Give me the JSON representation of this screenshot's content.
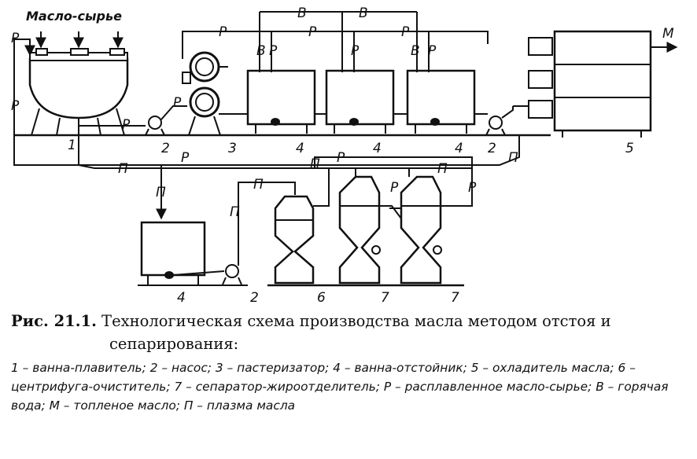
{
  "diagram": {
    "top_label": "Масло-сырье",
    "labels": {
      "P": "Р",
      "B": "В",
      "M": "М",
      "Pi": "П"
    },
    "numbers": [
      "1",
      "2",
      "3",
      "4",
      "5",
      "6",
      "7"
    ]
  },
  "caption": {
    "figure_number": "Рис. 21.1.",
    "title_line1": " Технологическая схема производства масла методом отстоя и",
    "title_line2": "сепарирования:",
    "legend": "1 – ванна-плавитель; 2 – насос; 3 – пастеризатор; 4 – ванна-отстойник; 5 – охладитель масла; 6 – центрифуга-очиститель; 7 – сепаратор-жироотделитель; Р – расплавленное масло-сырье; В – горячая вода; М – топленое масло; П – плазма масла"
  }
}
